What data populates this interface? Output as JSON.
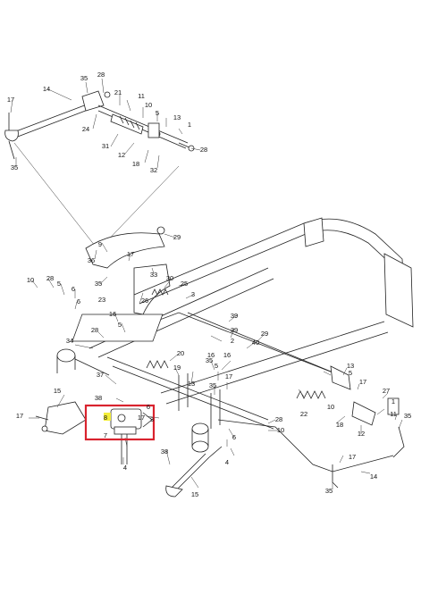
{
  "diagram": {
    "highlight_color": "#d9232e",
    "label_highlight_color": "#f3ee3a",
    "highlighted_callout": "8",
    "callouts": [
      {
        "id": "c-28a",
        "text": "28"
      },
      {
        "id": "c-35a",
        "text": "35"
      },
      {
        "id": "c-14a",
        "text": "14"
      },
      {
        "id": "c-17a",
        "text": "17"
      },
      {
        "id": "c-21",
        "text": "21"
      },
      {
        "id": "c-11a",
        "text": "11"
      },
      {
        "id": "c-10a",
        "text": "10"
      },
      {
        "id": "c-5a",
        "text": "5"
      },
      {
        "id": "c-13a",
        "text": "13"
      },
      {
        "id": "c-1",
        "text": "1"
      },
      {
        "id": "c-24",
        "text": "24"
      },
      {
        "id": "c-31",
        "text": "31"
      },
      {
        "id": "c-12a",
        "text": "12"
      },
      {
        "id": "c-18a",
        "text": "18"
      },
      {
        "id": "c-32",
        "text": "32"
      },
      {
        "id": "c-28b",
        "text": "28"
      },
      {
        "id": "c-35b",
        "text": "35"
      },
      {
        "id": "c-9",
        "text": "9"
      },
      {
        "id": "c-29",
        "text": "29"
      },
      {
        "id": "c-36",
        "text": "36"
      },
      {
        "id": "c-17b",
        "text": "17"
      },
      {
        "id": "c-33",
        "text": "33"
      },
      {
        "id": "c-35c",
        "text": "35"
      },
      {
        "id": "c-30",
        "text": "30"
      },
      {
        "id": "c-25",
        "text": "25"
      },
      {
        "id": "c-3",
        "text": "3"
      },
      {
        "id": "c-28c",
        "text": "28"
      },
      {
        "id": "c-10b",
        "text": "10"
      },
      {
        "id": "c-5b",
        "text": "5"
      },
      {
        "id": "c-6a",
        "text": "6"
      },
      {
        "id": "c-6b",
        "text": "6"
      },
      {
        "id": "c-26",
        "text": "26"
      },
      {
        "id": "c-23",
        "text": "23"
      },
      {
        "id": "c-16a",
        "text": "16"
      },
      {
        "id": "c-5c",
        "text": "5"
      },
      {
        "id": "c-28d",
        "text": "28"
      },
      {
        "id": "c-34",
        "text": "34"
      },
      {
        "id": "c-2",
        "text": "2"
      },
      {
        "id": "c-39a",
        "text": "39"
      },
      {
        "id": "c-39b",
        "text": "39"
      },
      {
        "id": "c-40",
        "text": "40"
      },
      {
        "id": "c-29b",
        "text": "29"
      },
      {
        "id": "c-37",
        "text": "37"
      },
      {
        "id": "c-20",
        "text": "20"
      },
      {
        "id": "c-19",
        "text": "19"
      },
      {
        "id": "c-35d",
        "text": "35"
      },
      {
        "id": "c-16b",
        "text": "16"
      },
      {
        "id": "c-13b",
        "text": "13"
      },
      {
        "id": "c-35e",
        "text": "35"
      },
      {
        "id": "c-38a",
        "text": "38"
      },
      {
        "id": "c-15a",
        "text": "15"
      },
      {
        "id": "c-17c",
        "text": "17"
      },
      {
        "id": "c-6c",
        "text": "6"
      },
      {
        "id": "c-3b",
        "text": "3"
      },
      {
        "id": "c-8",
        "text": "8"
      },
      {
        "id": "c-17d",
        "text": "17"
      },
      {
        "id": "c-7",
        "text": "7"
      },
      {
        "id": "c-4a",
        "text": "4"
      },
      {
        "id": "c-16c",
        "text": "16"
      },
      {
        "id": "c-5d",
        "text": "5"
      },
      {
        "id": "c-17e",
        "text": "17"
      },
      {
        "id": "c-28e",
        "text": "28"
      },
      {
        "id": "c-6d",
        "text": "6"
      },
      {
        "id": "c-4b",
        "text": "4"
      },
      {
        "id": "c-10c",
        "text": "10"
      },
      {
        "id": "c-38b",
        "text": "38"
      },
      {
        "id": "c-15b",
        "text": "15"
      },
      {
        "id": "c-22",
        "text": "22"
      },
      {
        "id": "c-13c",
        "text": "13"
      },
      {
        "id": "c-17f",
        "text": "17"
      },
      {
        "id": "c-5e",
        "text": "5"
      },
      {
        "id": "c-27",
        "text": "27"
      },
      {
        "id": "c-1b",
        "text": "1"
      },
      {
        "id": "c-10d",
        "text": "10"
      },
      {
        "id": "c-18b",
        "text": "18"
      },
      {
        "id": "c-11b",
        "text": "11"
      },
      {
        "id": "c-35f",
        "text": "35"
      },
      {
        "id": "c-12b",
        "text": "12"
      },
      {
        "id": "c-17g",
        "text": "17"
      },
      {
        "id": "c-14b",
        "text": "14"
      },
      {
        "id": "c-35g",
        "text": "35"
      }
    ]
  }
}
